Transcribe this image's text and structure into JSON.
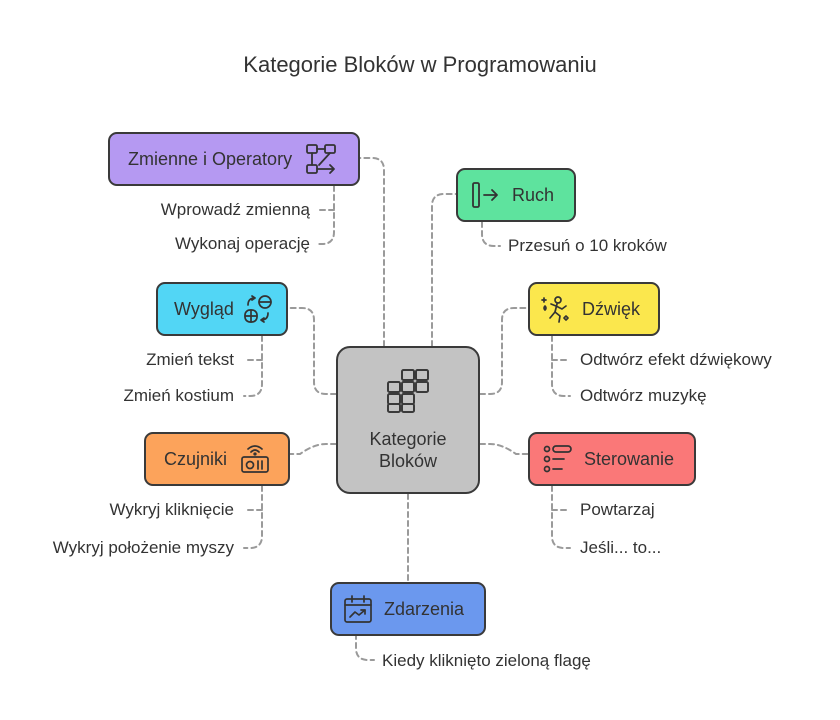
{
  "title": "Kategorie Bloków w Programowaniu",
  "center": {
    "line1": "Kategorie",
    "line2": "Bloków",
    "icon": "blocks-icon",
    "color": "#c3c3c3"
  },
  "categories": {
    "zmienne": {
      "label": "Zmienne i Operatory",
      "color": "#b599f2",
      "icon": "flow-arrows-icon",
      "items": [
        "Wprowadź zmienną",
        "Wykonaj operację"
      ]
    },
    "ruch": {
      "label": "Ruch",
      "color": "#5ee39e",
      "icon": "move-arrow-icon",
      "items": [
        "Przesuń o 10 kroków"
      ]
    },
    "wyglad": {
      "label": "Wygląd",
      "color": "#52d6f5",
      "icon": "appearance-shapes-icon",
      "items": [
        "Zmień tekst",
        "Zmień kostium"
      ]
    },
    "dzwiek": {
      "label": "Dźwięk",
      "color": "#fbe74d",
      "icon": "dancing-figure-icon",
      "items": [
        "Odtwórz efekt dźwiękowy",
        "Odtwórz muzykę"
      ]
    },
    "czujniki": {
      "label": "Czujniki",
      "color": "#fca35b",
      "icon": "radio-sensor-icon",
      "items": [
        "Wykryj kliknięcie",
        "Wykryj położenie myszy"
      ]
    },
    "sterowanie": {
      "label": "Sterowanie",
      "color": "#fa7878",
      "icon": "control-list-icon",
      "items": [
        "Powtarzaj",
        "Jeśli... to..."
      ]
    },
    "zdarzenia": {
      "label": "Zdarzenia",
      "color": "#6b98ee",
      "icon": "calendar-event-icon",
      "items": [
        "Kiedy kliknięto zieloną flagę"
      ]
    }
  }
}
